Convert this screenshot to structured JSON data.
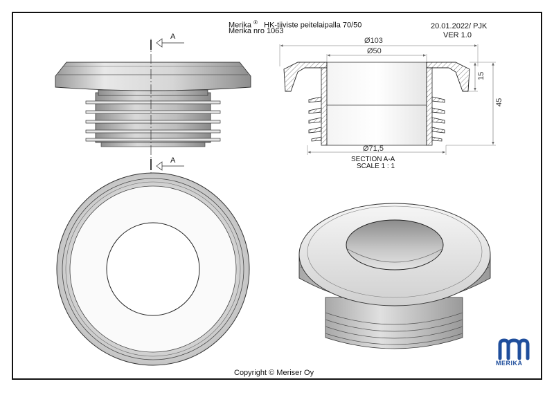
{
  "header": {
    "brand": "Merika",
    "reg_mark": "®",
    "product_name": "HK-tiiviste peitelaipalla 70/50",
    "product_number": "Merika nro 1063",
    "date_author": "20.01.2022/ PJK",
    "version": "VER 1.0"
  },
  "section_markers": {
    "top_label": "A",
    "bottom_label": "A"
  },
  "dimensions": {
    "outer_diameter": "Ø103",
    "inner_diameter": "Ø50",
    "pipe_diameter": "Ø71,5",
    "flange_height": "15",
    "total_height": "45"
  },
  "section_caption": {
    "line1": "SECTION A-A",
    "line2": "SCALE 1 : 1"
  },
  "logo": {
    "text": "MERIKA",
    "color": "#1f4e9c"
  },
  "footer": {
    "copyright": "Copyright © Meriser Oy"
  }
}
